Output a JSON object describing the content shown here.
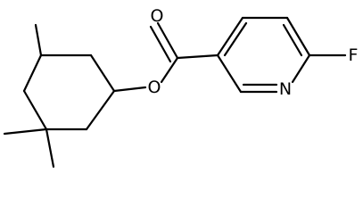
{
  "diagram": {
    "type": "chemical-structure",
    "atom_labels": {
      "carbonyl_oxygen": "O",
      "ester_oxygen": "O",
      "ring_nitrogen": "N",
      "fluorine": "F"
    },
    "colors": {
      "bond": "#000000",
      "label": "#000000",
      "background": "#ffffff"
    }
  }
}
